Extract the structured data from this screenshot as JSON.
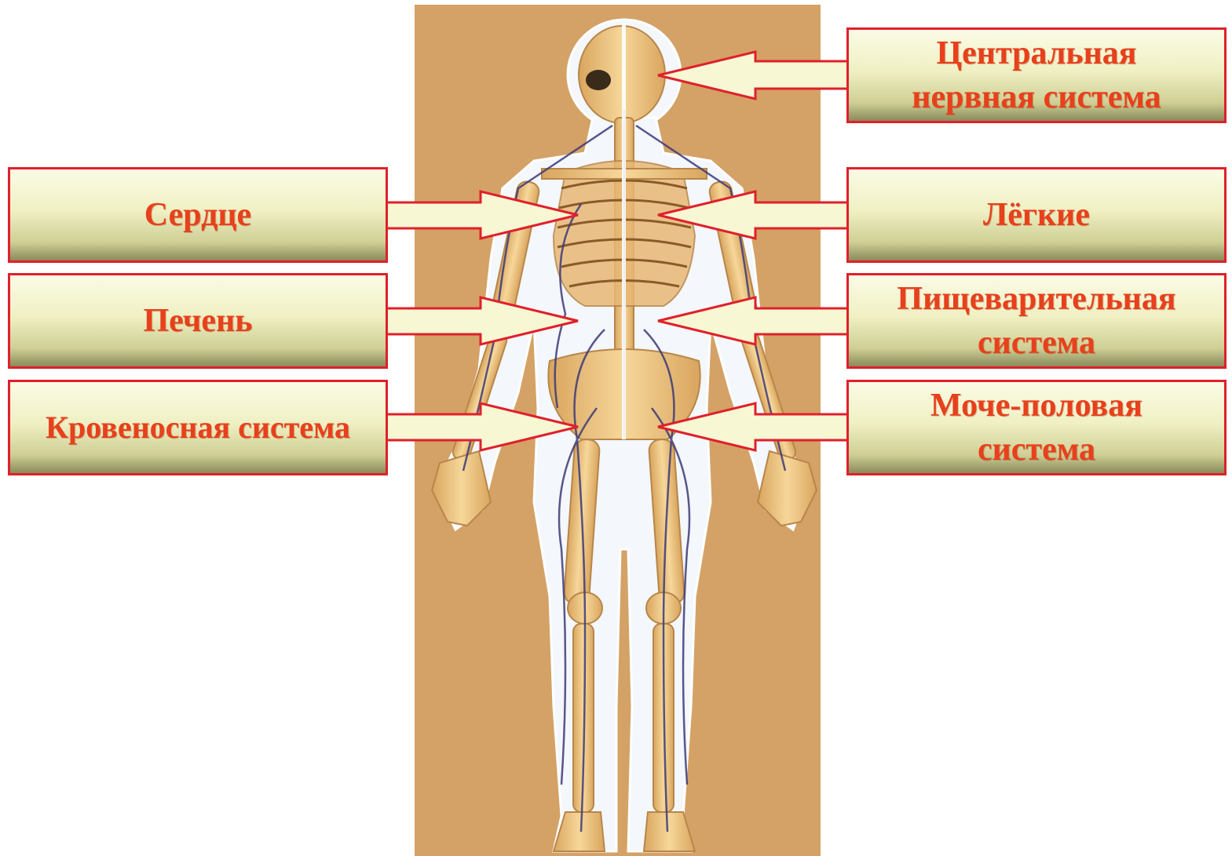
{
  "colors": {
    "panel_background": "#d4a266",
    "label_text": "#e8401c",
    "label_border": "#e0202a",
    "arrow_fill": "#f7f7d4",
    "bone": "#efc47c",
    "vessels": "#3c3a78"
  },
  "labels": {
    "heart": "Сердце",
    "liver": "Печень",
    "blood_system": "Кровеносная система",
    "cns_line1": "Центральная",
    "cns_line2": "нервная система",
    "lungs": "Лёгкие",
    "digestive_line1": "Пищеварительная",
    "digestive_line2": "система",
    "urogenital_line1": "Моче-половая",
    "urogenital_line2": "система"
  }
}
